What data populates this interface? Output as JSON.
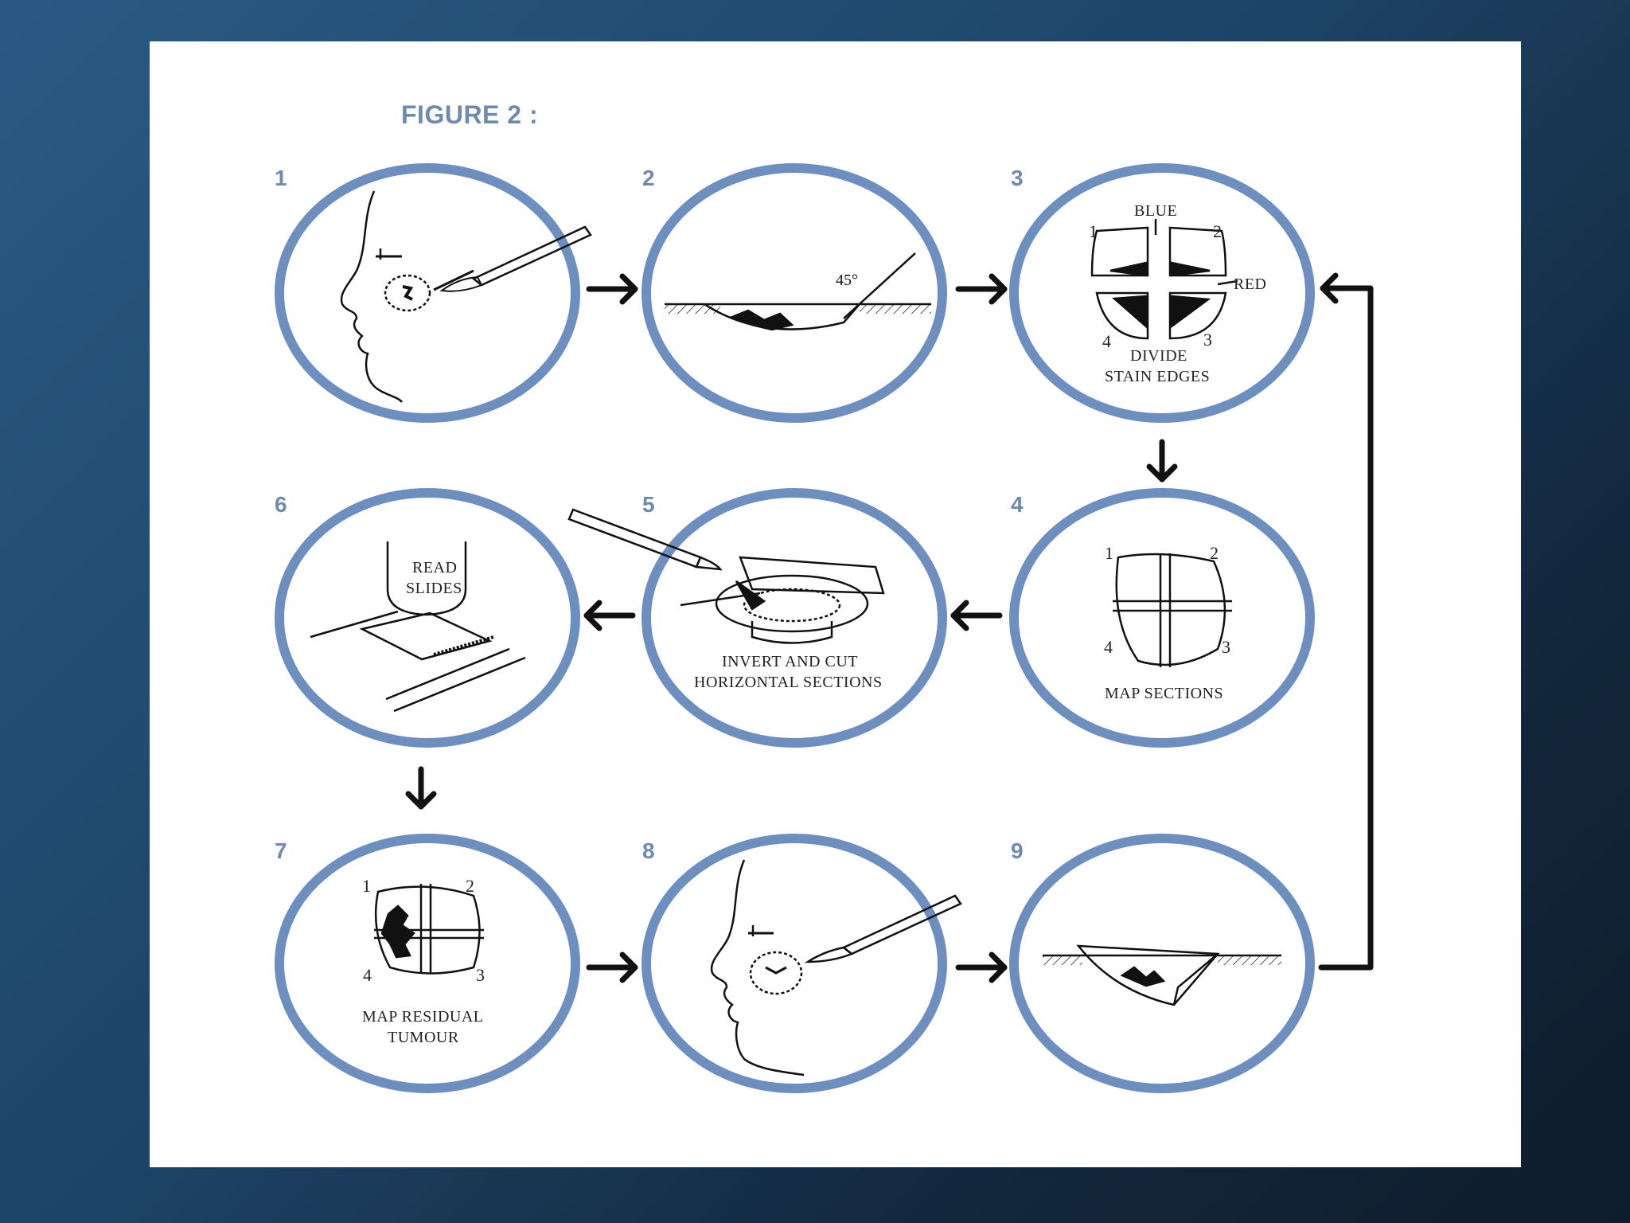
{
  "figure": {
    "title": "FIGURE 2 :",
    "steps": [
      {
        "number": "1"
      },
      {
        "number": "2",
        "angle_label": "45°"
      },
      {
        "number": "3",
        "labels": {
          "top": "BLUE",
          "right": "RED",
          "caption": [
            "DIVIDE",
            "STAIN EDGES"
          ]
        }
      },
      {
        "number": "4",
        "caption": "MAP SECTIONS"
      },
      {
        "number": "5",
        "caption": [
          "INVERT AND CUT",
          "HORIZONTAL SECTIONS"
        ]
      },
      {
        "number": "6",
        "caption": [
          "READ",
          "SLIDES"
        ]
      },
      {
        "number": "7",
        "caption": [
          "MAP RESIDUAL",
          "TUMOUR"
        ]
      },
      {
        "number": "8"
      },
      {
        "number": "9"
      }
    ],
    "quadrant_numbers": [
      "1",
      "2",
      "3",
      "4"
    ],
    "colors": {
      "ring": "#6d8fc0",
      "title": "#6d8bb0",
      "ink": "#111111"
    }
  }
}
